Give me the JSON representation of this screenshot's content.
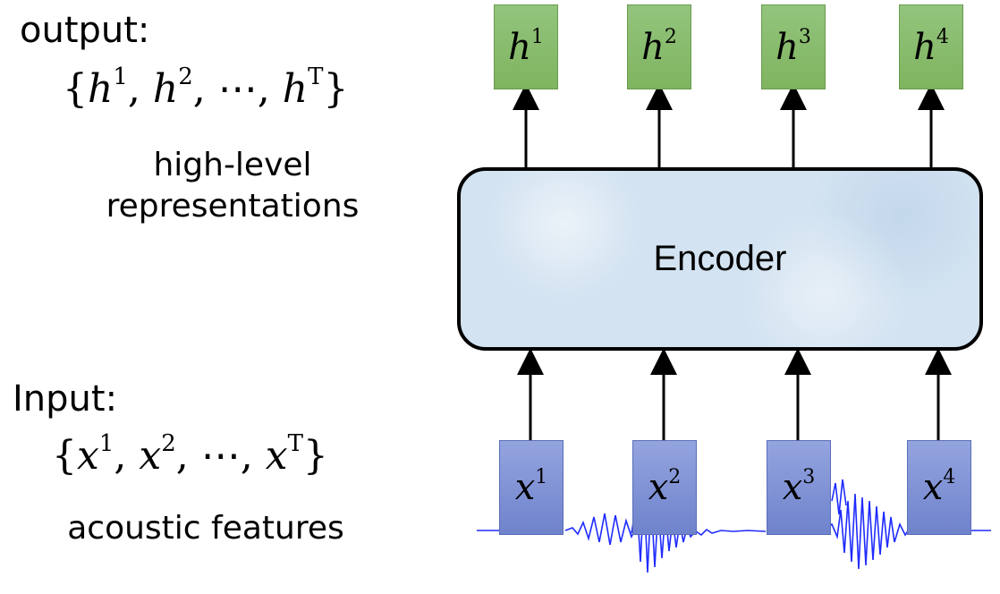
{
  "left": {
    "output_label": "output:",
    "output_set": {
      "open": "{",
      "sep": ",",
      "ellipsis": "⋯",
      "close": "}",
      "var": "h",
      "sup1": "1",
      "sup2": "2",
      "supT": "T"
    },
    "output_desc_line1": "high-level",
    "output_desc_line2": "representations",
    "input_label": "Input:",
    "input_set": {
      "open": "{",
      "sep": ",",
      "ellipsis": "⋯",
      "close": "}",
      "var": "x",
      "sup1": "1",
      "sup2": "2",
      "supT": "T"
    },
    "input_desc": "acoustic features"
  },
  "diagram": {
    "encoder_label": "Encoder",
    "outputs": [
      {
        "var": "h",
        "sup": "1"
      },
      {
        "var": "h",
        "sup": "2"
      },
      {
        "var": "h",
        "sup": "3"
      },
      {
        "var": "h",
        "sup": "4"
      }
    ],
    "inputs": [
      {
        "var": "x",
        "sup": "1"
      },
      {
        "var": "x",
        "sup": "2"
      },
      {
        "var": "x",
        "sup": "3"
      },
      {
        "var": "x",
        "sup": "4"
      }
    ],
    "colors": {
      "output_box": "#8fc176",
      "input_box": "#8293d6",
      "encoder_fill": "#d3e3f1",
      "waveform": "#1f2bff"
    }
  }
}
